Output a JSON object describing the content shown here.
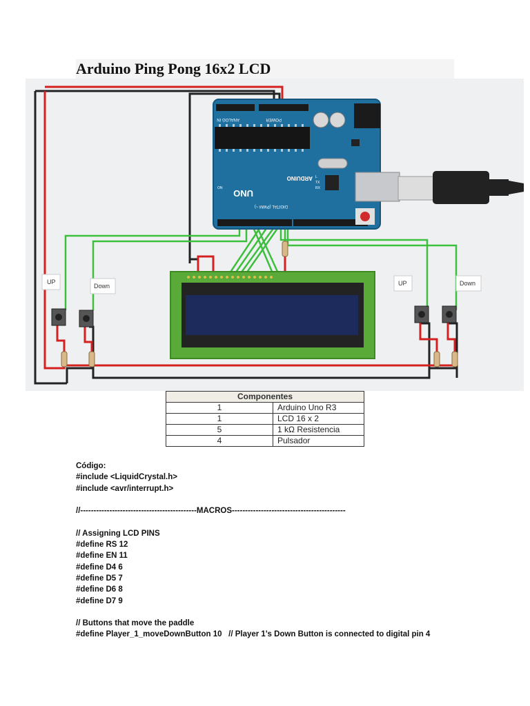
{
  "title": "Arduino Ping Pong 16x2 LCD",
  "diagram": {
    "labels": {
      "up_left": "UP",
      "down_left": "Down",
      "up_right": "UP",
      "down_right": "Down"
    },
    "board": {
      "brand": "ARDUINO",
      "model": "UNO",
      "section_power": "POWER",
      "section_analog": "ANALOG IN",
      "section_digital": "DIGITAL (PWM ~)",
      "on_label": "ON",
      "tx_label": "TX",
      "rx_label": "RX",
      "l_label": "L"
    },
    "colors": {
      "board": "#1f6f9f",
      "wire_red": "#d42020",
      "wire_black": "#222222",
      "wire_green": "#3cbf3c",
      "lcd_pcb": "#5aaa3a",
      "lcd_screen": "#1d2a5c"
    }
  },
  "table": {
    "header": "Componentes",
    "rows": [
      {
        "qty": "1",
        "name": "Arduino Uno R3"
      },
      {
        "qty": "1",
        "name": "LCD 16 x 2"
      },
      {
        "qty": "5",
        "name": "1 kΩ Resistencia"
      },
      {
        "qty": "4",
        "name": "Pulsador"
      }
    ]
  },
  "code": {
    "lines": [
      "Código:",
      "#include <LiquidCrystal.h>",
      "#include <avr/interrupt.h>",
      "",
      "//--------------------------------------------MACROS-------------------------------------------",
      "",
      "// Assigning LCD PINS",
      "#define RS 12",
      "#define EN 11",
      "#define D4 6",
      "#define D5 7",
      "#define D6 8",
      "#define D7 9",
      "",
      "// Buttons that move the paddle",
      "#define Player_1_moveDownButton 10   // Player 1's Down Button is connected to digital pin 4"
    ]
  }
}
